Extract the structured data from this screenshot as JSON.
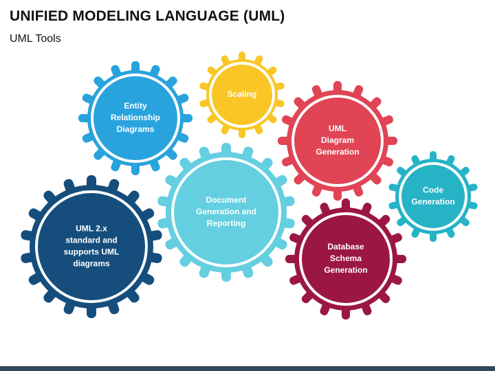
{
  "header": {
    "title": "UNIFIED MODELING LANGUAGE (UML)",
    "subtitle": "UML Tools"
  },
  "gears": [
    {
      "id": "gear-entity-relationship",
      "color": "#29a3dd",
      "lines": [
        "Entity",
        "Relationship",
        "Diagrams"
      ]
    },
    {
      "id": "gear-scaling",
      "color": "#f9c626",
      "lines": [
        "Scaling"
      ]
    },
    {
      "id": "gear-uml-diagram-generation",
      "color": "#e04455",
      "lines": [
        "UML",
        "Diagram",
        "Generation"
      ]
    },
    {
      "id": "gear-code-generation",
      "color": "#26b3c6",
      "lines": [
        "Code",
        "Generation"
      ]
    },
    {
      "id": "gear-document-generation",
      "color": "#64cfe0",
      "lines": [
        "Document",
        "Generation and",
        "Reporting"
      ]
    },
    {
      "id": "gear-uml-standard",
      "color": "#154e7d",
      "lines": [
        "UML 2.x",
        "standard and",
        "supports UML",
        "diagrams"
      ]
    },
    {
      "id": "gear-database-schema",
      "color": "#9b1742",
      "lines": [
        "Database",
        "Schema",
        "Generation"
      ]
    }
  ],
  "colors": {
    "bottom_bar": "#33475b"
  }
}
